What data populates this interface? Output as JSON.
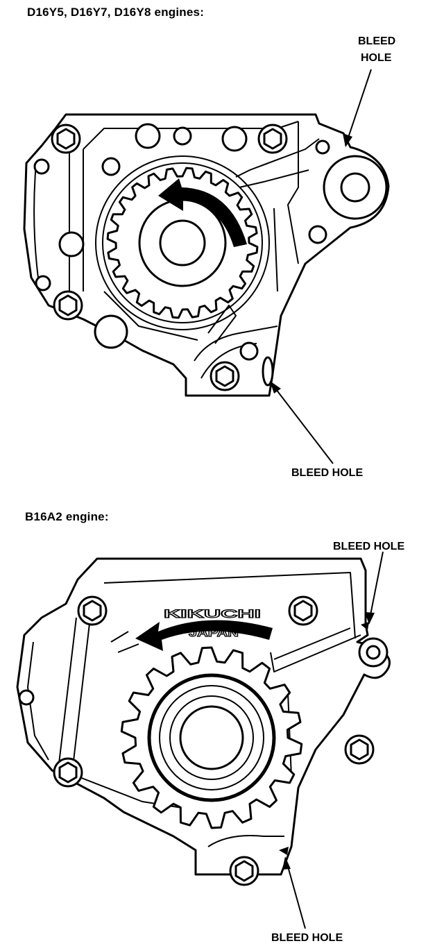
{
  "figure1": {
    "heading": "D16Y5, D16Y7, D16Y8 engines:",
    "callout_top": [
      "BLEED",
      "HOLE"
    ],
    "callout_bottom": "BLEED HOLE"
  },
  "figure2": {
    "heading": "B16A2 engine:",
    "callout_top": "BLEED HOLE",
    "callout_bottom": "BLEED HOLE",
    "emboss_brand": "KIKUCHI",
    "emboss_origin": "JAPAN"
  }
}
